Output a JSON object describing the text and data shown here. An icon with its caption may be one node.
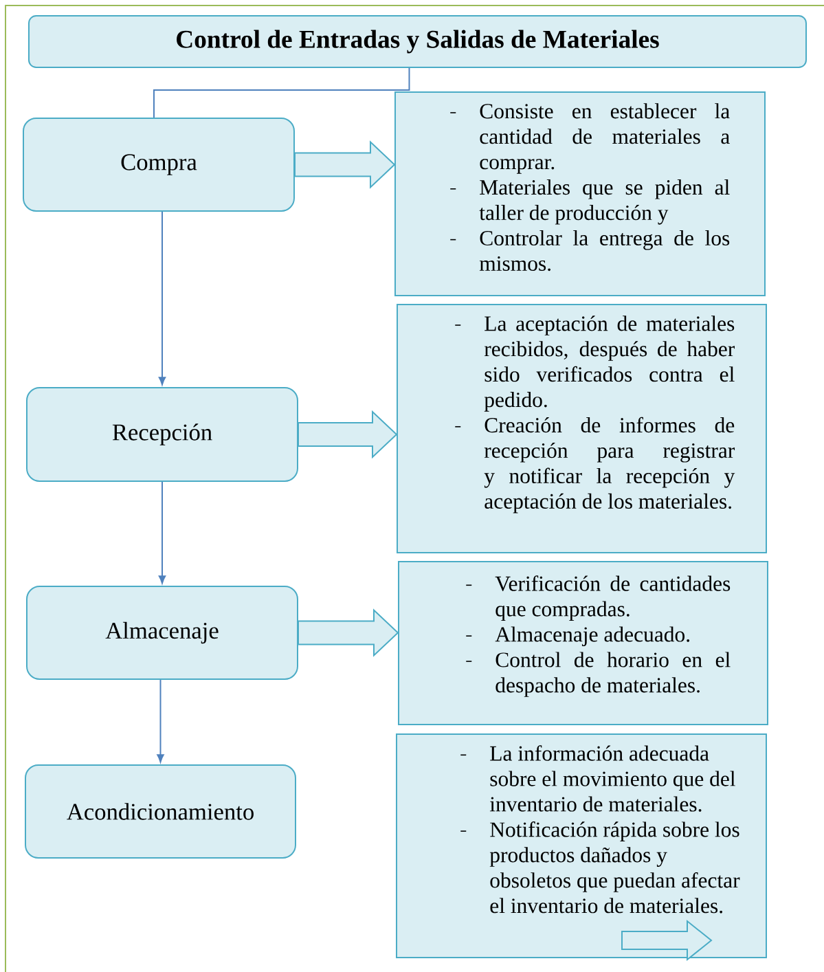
{
  "diagram": {
    "nodes": [
      {
        "text": [
          "Control de Entradas y Salidas de Materiales"
        ]
      },
      {
        "text": [
          "Compra"
        ]
      },
      {
        "text": [
          "Consiste en establecer la cantidad de materiales a comprar.",
          "Materiales que se piden al taller de producción y",
          "Controlar la entrega de los mismos."
        ]
      },
      {
        "text": [
          "Recepción"
        ]
      },
      {
        "text": [
          "La aceptación de materiales recibidos, después de haber sido verificados contra el pedido.",
          "Creación de informes de recepción para registrar y notificar la recepción y aceptación de los materiales."
        ]
      },
      {
        "text": [
          "Almacenaje"
        ]
      },
      {
        "text": [
          "Verificación de cantidades que compradas.",
          "Almacenaje adecuado.",
          "Control de horario en el despacho de materiales."
        ]
      },
      {
        "text": [
          "Acondicionamiento"
        ]
      },
      {
        "text": [
          "La información adecuada sobre el movimiento que del inventario de materiales.",
          "Notificación rápida sobre los productos dañados y obsoletos que puedan afectar el inventario de materiales."
        ]
      }
    ],
    "edges": [
      {
        "from": 0,
        "to": 1,
        "arrow": "none"
      },
      {
        "from": 1,
        "to": 2,
        "arrow": "to",
        "style": "thick"
      },
      {
        "from": 1,
        "to": 3,
        "arrow": "to"
      },
      {
        "from": 3,
        "to": 4,
        "arrow": "to",
        "style": "thick"
      },
      {
        "from": 3,
        "to": 5,
        "arrow": "to"
      },
      {
        "from": 5,
        "to": 6,
        "arrow": "to",
        "style": "thick"
      },
      {
        "from": 5,
        "to": 7,
        "arrow": "to"
      }
    ]
  }
}
